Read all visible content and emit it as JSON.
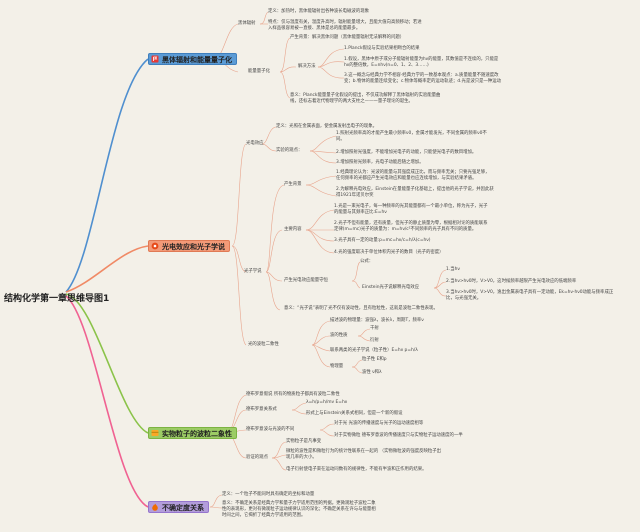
{
  "root": {
    "title": "结构化学第一章思维导图1"
  },
  "branches": {
    "b1": {
      "label": "黑体辐射和能量量子化",
      "heiti": {
        "label": "黑体辐射",
        "def": "定义：加热时，黑体能辐射出各种波长电磁波的现象",
        "feat1": "特点：仅与温度有关，温度升高时，辐射能量增大，且能大值向高频移动；若进",
        "feat2": "入样品很容易被一直接、黑体是总的能量最多。"
      },
      "liangzi": {
        "label": "能量量子化",
        "chansheng": "产生背景：解决黑体问题（黑体能量辐射无法解释的问题）",
        "fangfa": {
          "label": "解决方法",
          "m1": "1.Planck假设与实验结果相吻合的结果",
          "m2a": "1.假设，黑体中原子或分子能辐射能量为hν的能量，其数值是不连续的，只能是",
          "m2b": "hν的整倍数，E=nhν(n=0、1、2、3……)",
          "m3a": "3.这一概念与经典力学不相容·经典力学的一致基本观点：a.质量能量不随速度改",
          "m3b": "变；b.物体的能量连续变化；c.物体等概率定的运动轨迹；d.光是波只是一种运动"
        },
        "yiyi1": "意义：Planck能量量子化假设的提出，不仅成功解释了黑体辐射的实验能量曲",
        "yiyi2": "线，还标志着近代物理学的两大支柱之——一量子理论的诞生。"
      }
    },
    "b2": {
      "label": "光电效应和光子学说",
      "guangdian": {
        "label": "光电效应",
        "def": "定义：光照在金属表面，使金属发射出电子的现象。",
        "shiyan": {
          "label": "实验的观点：",
          "s1a": "1.照射光频率高的才能产生最小频率ν0，金属才能发光，不同金属的频率ν0不",
          "s1b": "同。",
          "s2": "2.增加照射光强度，不能增加光电子的动能，只能使光电子的数目增加。",
          "s3": "3.增加照射光频率，光电子动能后随之增加。"
        }
      },
      "guangzi": {
        "label": "光子学说",
        "beijing": {
          "label": "产生背景",
          "b1a": "1.经典理论认为：光波的能量与其强度成正比，而与频率无关；只要光强足够，",
          "b1b": "任何频率的光都应产生光电效应和能量也应连续增加，与实验结果矛盾。",
          "b2a": "2.为解释光电效应，Einstein在量能量子化基础上，提出他的光子学说，并因此获",
          "b2b": "得1921年诺贝尔奖"
        },
        "neirong": {
          "label": "主要内容",
          "n1a": "1.光是一束光电子，每一种频率的光其能量都有一个最小单位，称为光子，光子",
          "n1b": "的能量与其频率正比:E=hν",
          "n2a": "2.光子不但有能量，还有质量，但光子的静止质量为零，根据相对论的质能联系",
          "n2b": "定律(m=mc)光子的质量为：m=hν/c²不同频率的光子具有不同的质量。",
          "n3": "3.光子具有一定的动量:p=mc=hν/c=h/λ(c=hν)",
          "n4": "4.光的强度取决于单位体积内光子的数目（光子的密度）"
        },
        "jieshi": {
          "label": "产生光电效应能量守恒",
          "gongshi": "公式：",
          "ein": "Einstein光子说解释光电效应",
          "e1": "1.当hν",
          "e2": "2.当hν>hν0时，V>V0，这时候频率越限产生光电效应的低端频率",
          "e3a": "3.当hν>hν0时，V>V0，逸出金属表电子具有一定动能，Ek=hν-hν0动能与频率成正",
          "e3b": "比，与光强无关。"
        },
        "yiyi": "意义：“光子说”表明了光不仅有波动性，且有粒粒性，这就是波粒二象性表现。"
      },
      "erxiang": {
        "label": "光的波粒二象性",
        "desc": "描述波的物理量：波强λ，波长λ，周期T，频率ν",
        "bodong": "波的性质",
        "ganshe": "干射",
        "yanshe": "衍射",
        "lianxi": "联系两类的光子学说（粒子性）E=hν p=h/λ",
        "wuliliang": "物理量",
        "lizi": "粒子性 E和p",
        "boxing": "波性 ν和λ"
      }
    },
    "b3": {
      "label": "实物粒子的波粒二象性",
      "debroglie": "德布罗意假说 所有的物质粒子都具有波粒二象性",
      "guanxi": {
        "label": "德布罗意关系式",
        "formula": "λ=h/p=h/mv E=hν",
        "sub": "形式上与Einstein关系式相同，但是一个新的假设"
      },
      "jiaoxi": {
        "label": "德布罗意波与光波的不同",
        "c1": "对于光 光波的传播速度与光子的运动速度相等",
        "c2": "对于实物微粒 德布罗意波的传播速度只与实物粒子运动速度的一半"
      },
      "yanzheng": {
        "label": "验证的观点",
        "v1": "实物粒子是凡事变",
        "v2a": "微粒的波性是和微粒行为的统计性联系在一起的 （实物微粒波的强度反映粒子出",
        "v2b": "现几率的大小。",
        "v3": "电子衍射使电子束在运动同数有的规律性，不能有半波和正作用的结果。"
      }
    },
    "b4": {
      "label": "不确定度关系",
      "d1": "定义：一个粒子不能同时具有确定的坐标和动量",
      "d2a": "意义：不确定关系是经典力学和量子力学适用范围的判据。更微观粒子波粒二象",
      "d2b": "性的表现形，更对有微观粒子运动规律认识的深化；不确定关系在许与与能量相",
      "d2c": "时间之间，它揭折了经典力学适用的范围。"
    }
  },
  "colors": {
    "blue": "#5b9bd5",
    "orange": "#f39a78",
    "green": "#9ccc65",
    "purple": "#b39ddb",
    "line": "#e8a48c",
    "background": "#f3f0e8"
  }
}
